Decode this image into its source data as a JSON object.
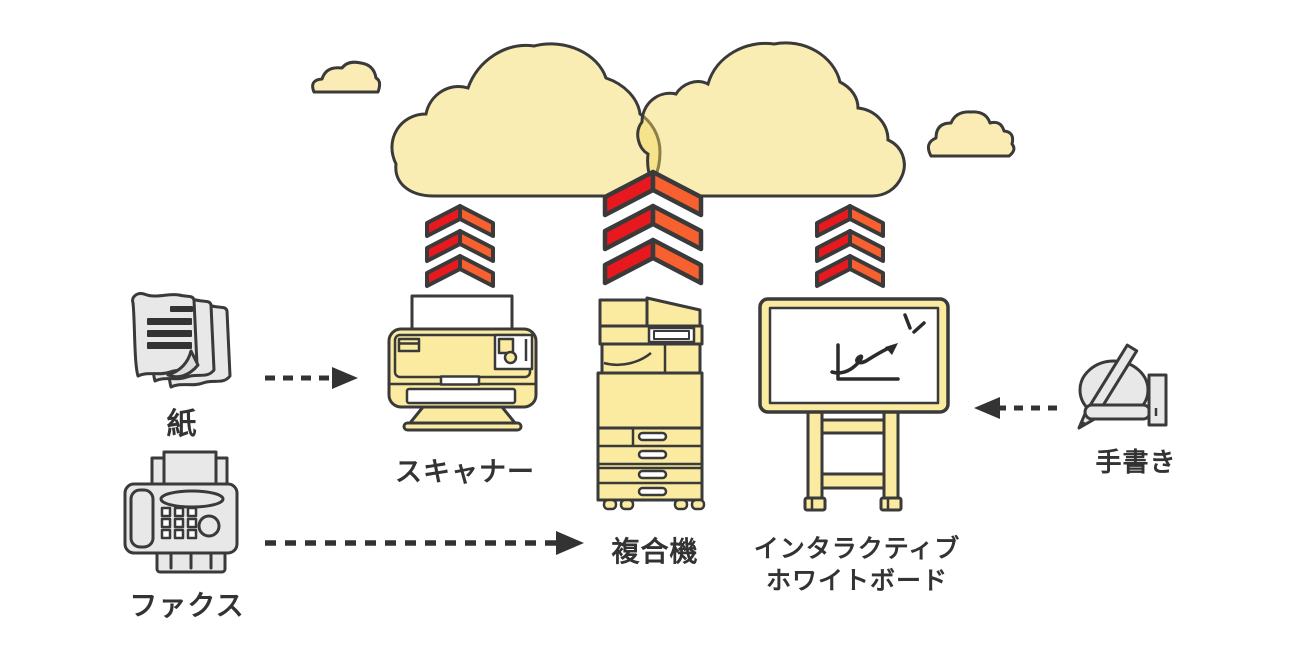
{
  "diagram_type": "document-to-cloud-workflow",
  "colors": {
    "background": "#FFFFFF",
    "cloud_fill": "#FAECB4",
    "cloud_overlap": "#F7E48D",
    "device_fill": "#FBEBA1",
    "gray_fill": "#E8E8E8",
    "outline": "#3A3A3A",
    "chevron_red": "#E8191E",
    "chevron_orange": "#F96030",
    "text": "#333333"
  },
  "nodes": {
    "cloud": {
      "icon": "cloud-icon"
    },
    "paper": {
      "label": "紙",
      "icon": "paper-stack-icon"
    },
    "fax": {
      "label": "ファクス",
      "icon": "fax-machine-icon"
    },
    "scanner": {
      "label": "スキャナー",
      "icon": "scanner-icon"
    },
    "mfp": {
      "label": "複合機",
      "icon": "multifunction-printer-icon"
    },
    "whiteboard": {
      "label_line1": "インタラクティブ",
      "label_line2": "ホワイトボード",
      "icon": "interactive-whiteboard-icon"
    },
    "handwriting": {
      "label": "手書き",
      "icon": "writing-hand-icon"
    }
  },
  "connections": [
    {
      "from": "paper",
      "to": "scanner",
      "style": "dashed-arrow"
    },
    {
      "from": "fax",
      "to": "mfp",
      "style": "dashed-arrow"
    },
    {
      "from": "handwriting",
      "to": "whiteboard",
      "style": "dashed-arrow"
    },
    {
      "from": "scanner",
      "to": "cloud",
      "style": "chevron-upload"
    },
    {
      "from": "mfp",
      "to": "cloud",
      "style": "chevron-upload"
    },
    {
      "from": "whiteboard",
      "to": "cloud",
      "style": "chevron-upload"
    }
  ]
}
